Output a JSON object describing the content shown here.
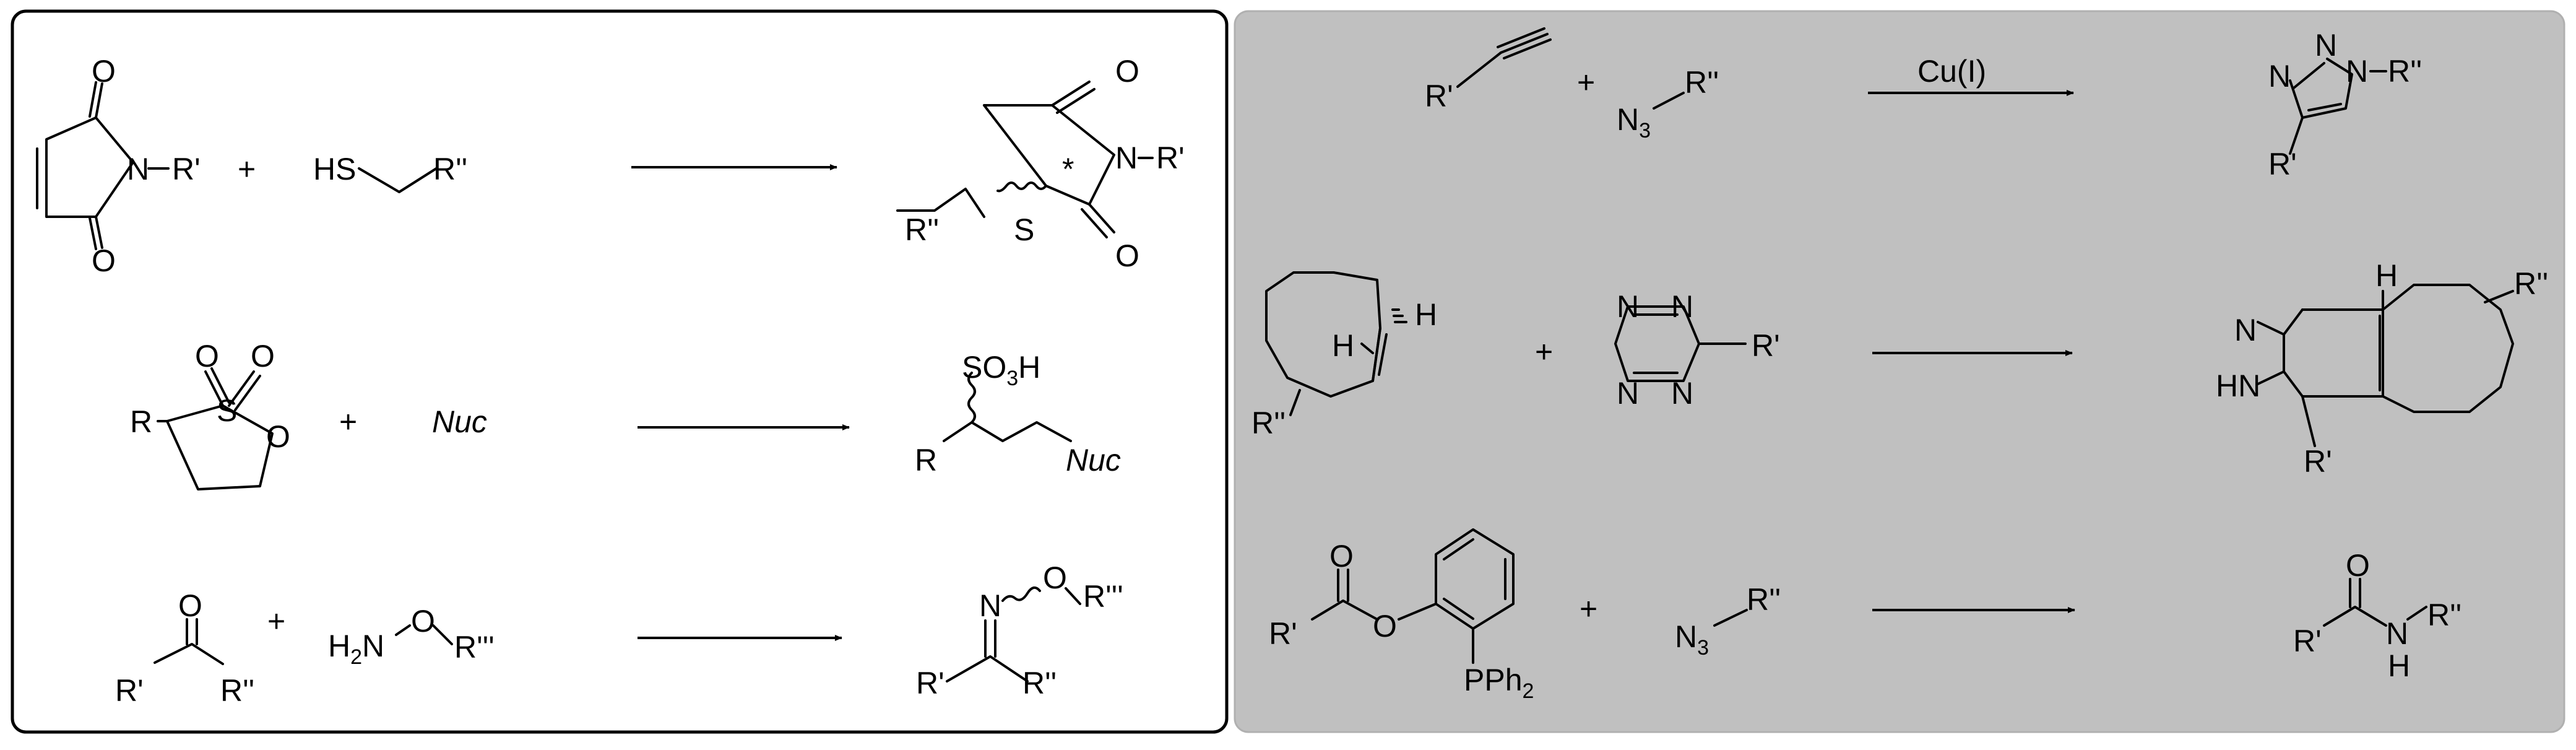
{
  "left_panel": {
    "background": "#ffffff",
    "reactions": [
      {
        "id": "thiol-maleimide",
        "reactant1": {
          "substituent": "R'",
          "atoms": [
            "O",
            "N",
            "O"
          ]
        },
        "plus": "+",
        "reactant2": {
          "head": "HS",
          "substituent": "R''"
        },
        "product": {
          "atoms": [
            "O",
            "N",
            "O",
            "S"
          ],
          "substituent_n": "R'",
          "substituent_s": "R''",
          "stereo_mark": "*"
        }
      },
      {
        "id": "sultone-opening",
        "reactant1": {
          "substituent": "R",
          "atoms": [
            "O",
            "O",
            "S",
            "O"
          ]
        },
        "plus": "+",
        "reactant2": {
          "label": "Nuc"
        },
        "product": {
          "group": "SO",
          "group_sub": "3",
          "group_tail": "H",
          "substituent": "R",
          "nucleophile": "Nuc"
        }
      },
      {
        "id": "oxime-ligation",
        "reactant1": {
          "atoms": [
            "O"
          ],
          "substituent_left": "R'",
          "substituent_right": "R''"
        },
        "plus": "+",
        "reactant2": {
          "head": "H",
          "head_sub": "2",
          "head_tail": "N",
          "atom": "O",
          "substituent": "R'''"
        },
        "product": {
          "atoms": [
            "N",
            "O"
          ],
          "substituent_o": "R'''",
          "substituent_left": "R'",
          "substituent_right": "R''"
        }
      }
    ]
  },
  "right_panel": {
    "background": "#c0c0c0",
    "reactions": [
      {
        "id": "cuaac",
        "reactant1": {
          "substituent": "R'"
        },
        "plus": "+",
        "reactant2": {
          "head": "N",
          "head_sub": "3",
          "substituent": "R''"
        },
        "reagent": "Cu(I)",
        "product": {
          "atoms": [
            "N",
            "N",
            "N"
          ],
          "substituent_n": "R''",
          "substituent_c": "R'"
        }
      },
      {
        "id": "tetrazine-tco",
        "reactant1": {
          "atoms": [
            "H",
            "H"
          ],
          "substituent": "R''"
        },
        "plus": "+",
        "reactant2": {
          "atoms": [
            "N",
            "N",
            "N",
            "N"
          ],
          "substituent": "R'"
        },
        "product": {
          "atoms": [
            "H",
            "N",
            "HN"
          ],
          "substituent_ring": "R''",
          "substituent_c": "R'"
        }
      },
      {
        "id": "staudinger-ligation",
        "reactant1": {
          "atoms": [
            "O",
            "O"
          ],
          "substituent": "R'",
          "phosphine": "PPh",
          "phosphine_sub": "2"
        },
        "plus": "+",
        "reactant2": {
          "head": "N",
          "head_sub": "3",
          "substituent": "R''"
        },
        "product": {
          "atoms": [
            "O",
            "N",
            "H"
          ],
          "substituent_left": "R'",
          "substituent_right": "R''"
        }
      }
    ]
  }
}
